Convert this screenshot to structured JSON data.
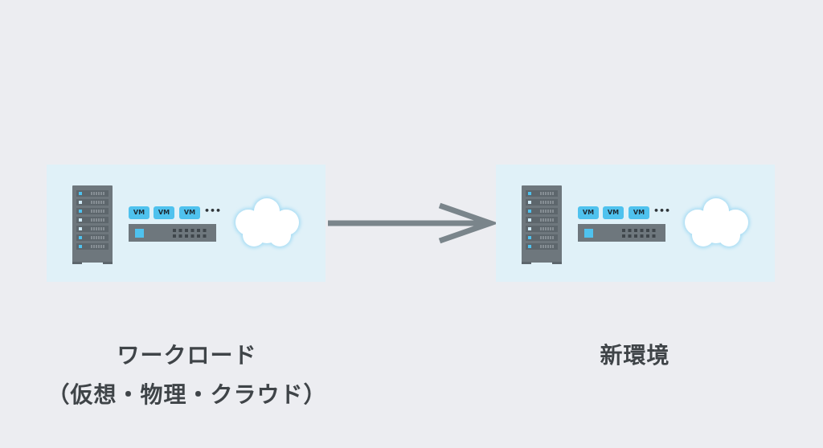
{
  "diagram": {
    "source": {
      "vm_labels": [
        "VM",
        "VM",
        "VM"
      ],
      "ellipsis": "•••",
      "title_line1": "ワークロード",
      "title_line2": "（仮想・物理・クラウド）"
    },
    "target": {
      "vm_labels": [
        "VM",
        "VM",
        "VM"
      ],
      "ellipsis": "•••",
      "title": "新環境"
    },
    "icons": [
      "server-rack-icon",
      "vm-badge-icon",
      "network-switch-icon",
      "cloud-icon",
      "arrow-right-icon"
    ],
    "colors": {
      "background": "#ECEDF1",
      "panel": "#E0F1F8",
      "hardware": "#6E777D",
      "accent": "#4FC2EE",
      "arrow": "#7A858B",
      "text": "#3F4448"
    }
  }
}
